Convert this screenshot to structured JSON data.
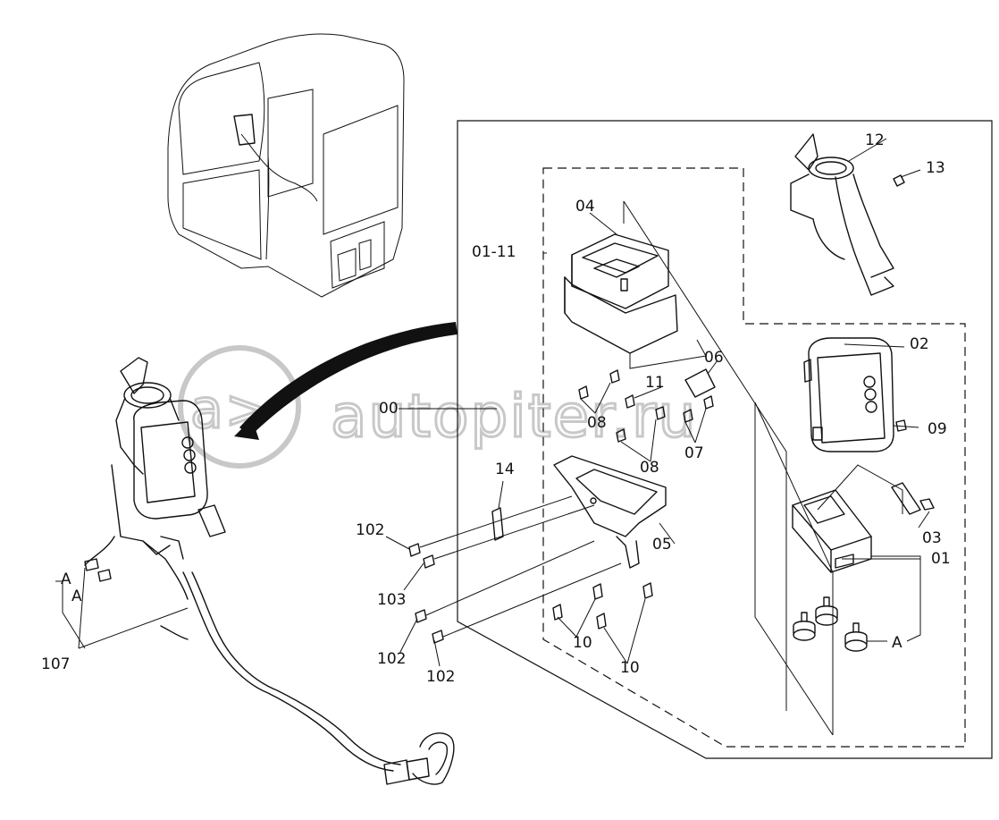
{
  "watermark": {
    "text": "autopiter.ru"
  },
  "callouts": {
    "c00": "00",
    "c01_11": "01-11",
    "c01": "01",
    "c02": "02",
    "c03": "03",
    "c04": "04",
    "c05": "05",
    "c06": "06",
    "c07": "07",
    "c08a": "08",
    "c08b": "08",
    "c09": "09",
    "c10a": "10",
    "c10b": "10",
    "c11": "11",
    "c12": "12",
    "c13": "13",
    "c14": "14",
    "c102a": "102",
    "c102b": "102",
    "c102c": "102",
    "c103": "103",
    "c107": "107",
    "cA1": "A",
    "cA2": "A",
    "cA3": "A"
  }
}
